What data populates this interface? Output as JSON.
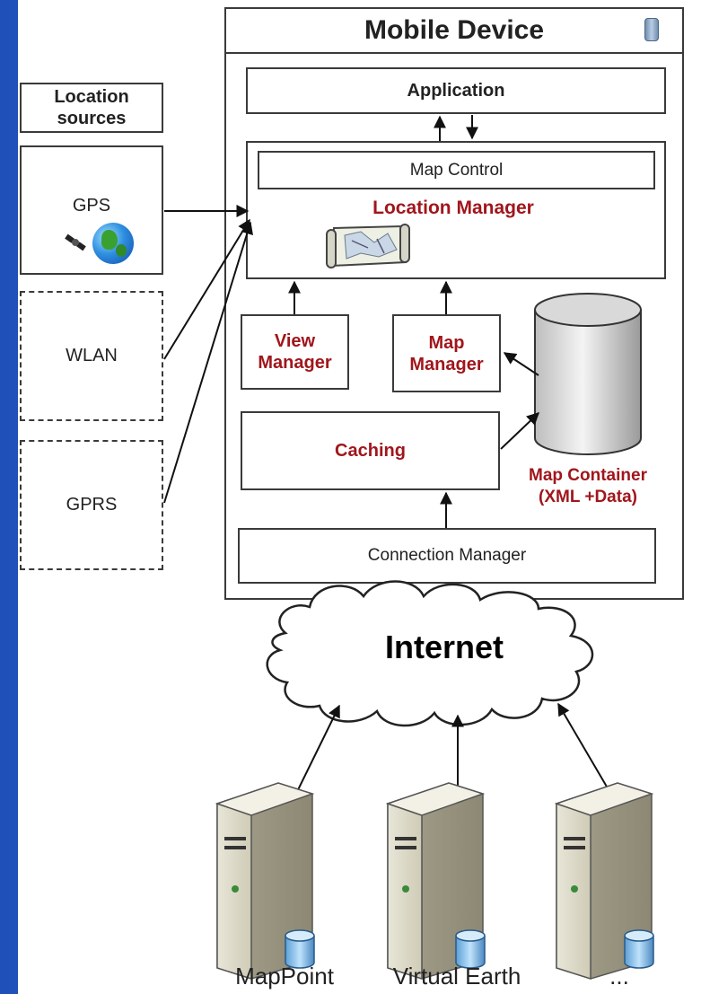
{
  "mobile_device": {
    "title": "Mobile Device"
  },
  "location_sources": {
    "header": "Location\nsources",
    "items": [
      "GPS",
      "WLAN",
      "GPRS"
    ]
  },
  "application": "Application",
  "map_control": "Map Control",
  "location_manager": "Location Manager",
  "view_manager": "View\nManager",
  "map_manager": "Map\nManager",
  "caching": "Caching",
  "map_container": "Map Container\n(XML +Data)",
  "connection_manager": "Connection Manager",
  "internet": "Internet",
  "servers": [
    "MapPoint",
    "Virtual Earth",
    "..."
  ],
  "colors": {
    "accent_red": "#a0161c",
    "background_blue": "#2b63c9"
  }
}
